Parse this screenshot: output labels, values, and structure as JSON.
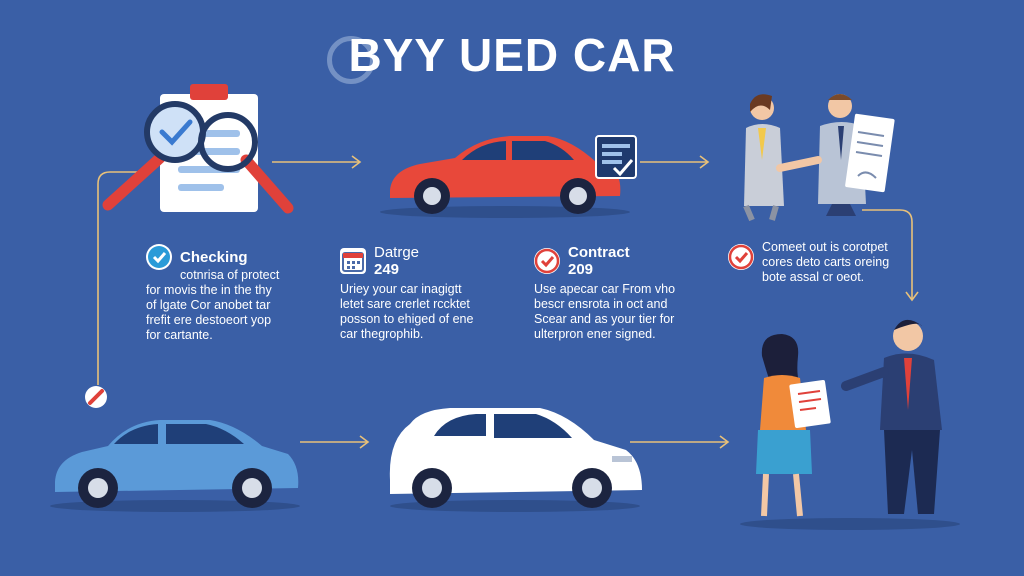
{
  "title": "BYY UED CAR",
  "steps": [
    {
      "heading": "Checking",
      "lines": [
        "cotnrisa of protect",
        "for movis the in the thy",
        "of lgate Cor anobet tar",
        "frefit ere destoeort yop",
        "for cartante."
      ],
      "icon": "check-circle-icon"
    },
    {
      "heading": "Datrge",
      "number": "249",
      "lines": [
        "Uriey your car inagigtt",
        "letet sare crerlet rccktet",
        "posson to ehiged of ene",
        "car thegrophib."
      ],
      "icon": "calendar-icon"
    },
    {
      "heading": "Contract",
      "number": "209",
      "lines": [
        "Use apecar car From vho",
        "bescr ensrota in oct and",
        "Scear and as your tier for",
        "ulterpron ener signed."
      ],
      "icon": "check-badge-icon"
    },
    {
      "heading": "",
      "lines": [
        "Comeet out is corotpet",
        "cores deto carts oreing",
        "bote assal cr oeot."
      ],
      "icon": "check-circle-icon"
    }
  ],
  "colors": {
    "background": "#3a5fa6",
    "red_car": "#e8483a",
    "blue_car": "#5b9ad8",
    "white_car": "#ffffff",
    "accent_red": "#e0413a",
    "connector": "#e8c17a"
  }
}
